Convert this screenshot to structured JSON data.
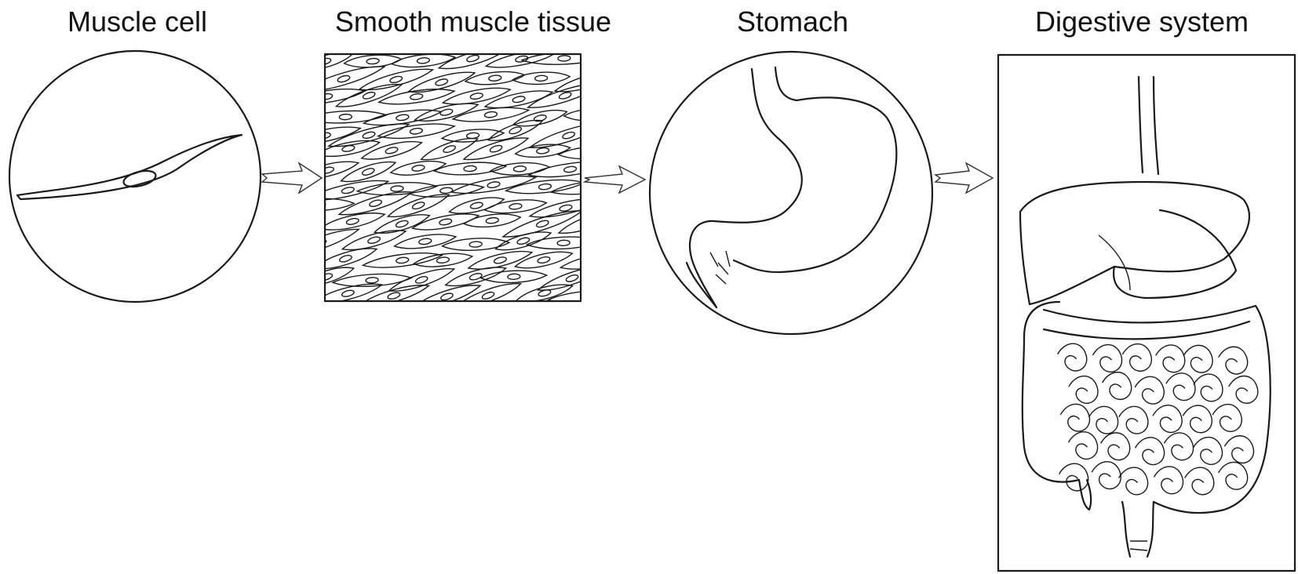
{
  "stages": [
    {
      "label": "Muscle cell"
    },
    {
      "label": "Smooth muscle tissue"
    },
    {
      "label": "Stomach"
    },
    {
      "label": "Digestive system"
    }
  ],
  "colors": {
    "ink": "#1a1a1a",
    "background": "#ffffff"
  }
}
